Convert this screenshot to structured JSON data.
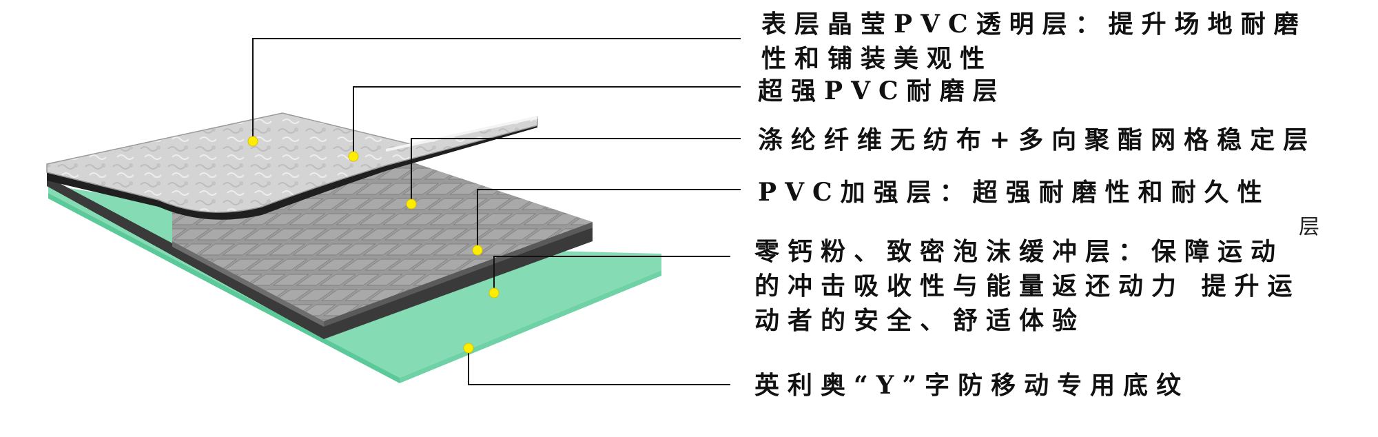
{
  "labels": [
    {
      "lines": [
        "表层晶莹PVC透明层：提升场地耐磨",
        "性和铺装美观性"
      ]
    },
    {
      "lines": [
        "超强PVC耐磨层"
      ]
    },
    {
      "lines": [
        "涤纶纤维无纺布+多向聚酯网格稳定层"
      ]
    },
    {
      "lines": [
        "PVC加强层：超强耐磨性和耐久性"
      ]
    },
    {
      "lines": [
        "零钙粉、致密泡沫缓冲层：保障运动",
        "的冲击吸收性与能量返还动力 提升运",
        "动者的安全、舒适体验"
      ]
    },
    {
      "lines": [
        "英利奥“Y”字防移动专用底纹"
      ]
    }
  ],
  "stray_glyph": "层",
  "colors": {
    "top_layer": "#d8d8d8",
    "wear_layer": "#2a2a2a",
    "grid_layer": "#8c8c8c",
    "foam_layer": "#85dcb4",
    "foam_side": "#5cc99a",
    "marker": "#ffee00",
    "leader": "#111111"
  }
}
